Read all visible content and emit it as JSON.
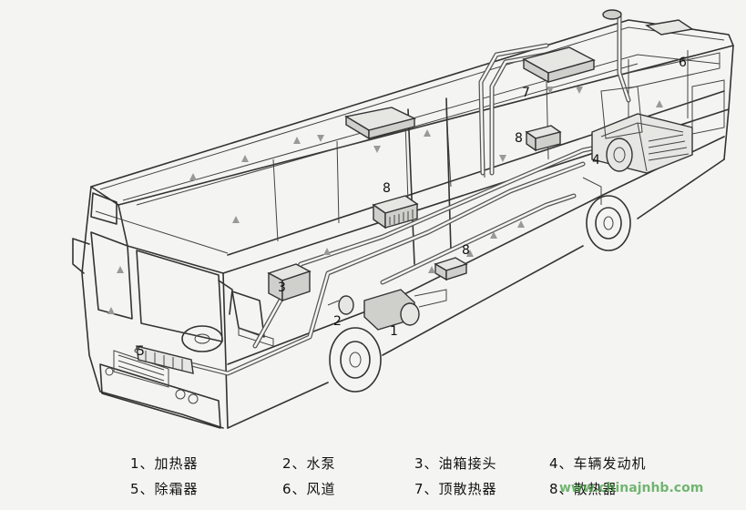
{
  "diagram": {
    "callouts": [
      "1",
      "2",
      "3",
      "4",
      "5",
      "6",
      "7",
      "8",
      "8",
      "8"
    ]
  },
  "legend": [
    {
      "num": "1",
      "text": "1、加热器"
    },
    {
      "num": "2",
      "text": "2、水泵"
    },
    {
      "num": "3",
      "text": "3、油箱接头"
    },
    {
      "num": "4",
      "text": "4、车辆发动机"
    },
    {
      "num": "5",
      "text": "5、除霜器"
    },
    {
      "num": "6",
      "text": "6、风道"
    },
    {
      "num": "7",
      "text": "7、顶散热器"
    },
    {
      "num": "8",
      "text": "8、散热器"
    }
  ],
  "watermark": "www.chinajnhb.com"
}
